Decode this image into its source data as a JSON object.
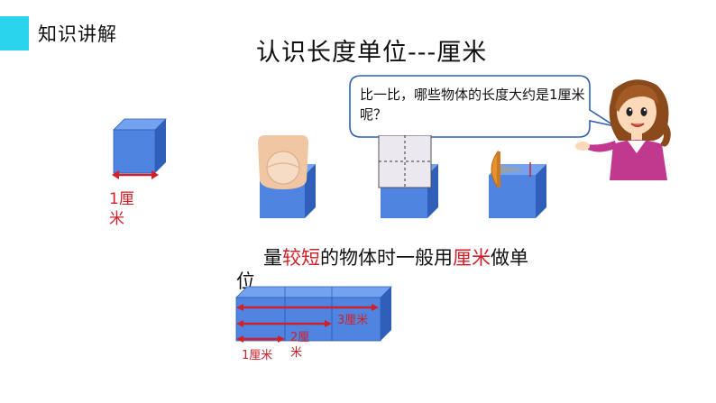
{
  "header": {
    "section_title": "知识讲解",
    "page_title": "认识长度单位---厘米"
  },
  "bubble": {
    "text": "比一比，哪些物体的长度大约是1厘米呢？"
  },
  "cube_label": "1厘米",
  "statement": {
    "part1": "量",
    "highlight1": "较短",
    "part2": "的物体时一般用",
    "highlight2": "厘米",
    "part3": "做单",
    "part4": "位"
  },
  "ruler_labels": {
    "three": "3厘米",
    "two": "2厘米",
    "one": "1厘米"
  },
  "colors": {
    "accent": "#2ad4ea",
    "cube_front": "#4f84e0",
    "cube_top": "#73a3f0",
    "cube_side": "#2f5fb8",
    "highlight": "#d0202a"
  }
}
